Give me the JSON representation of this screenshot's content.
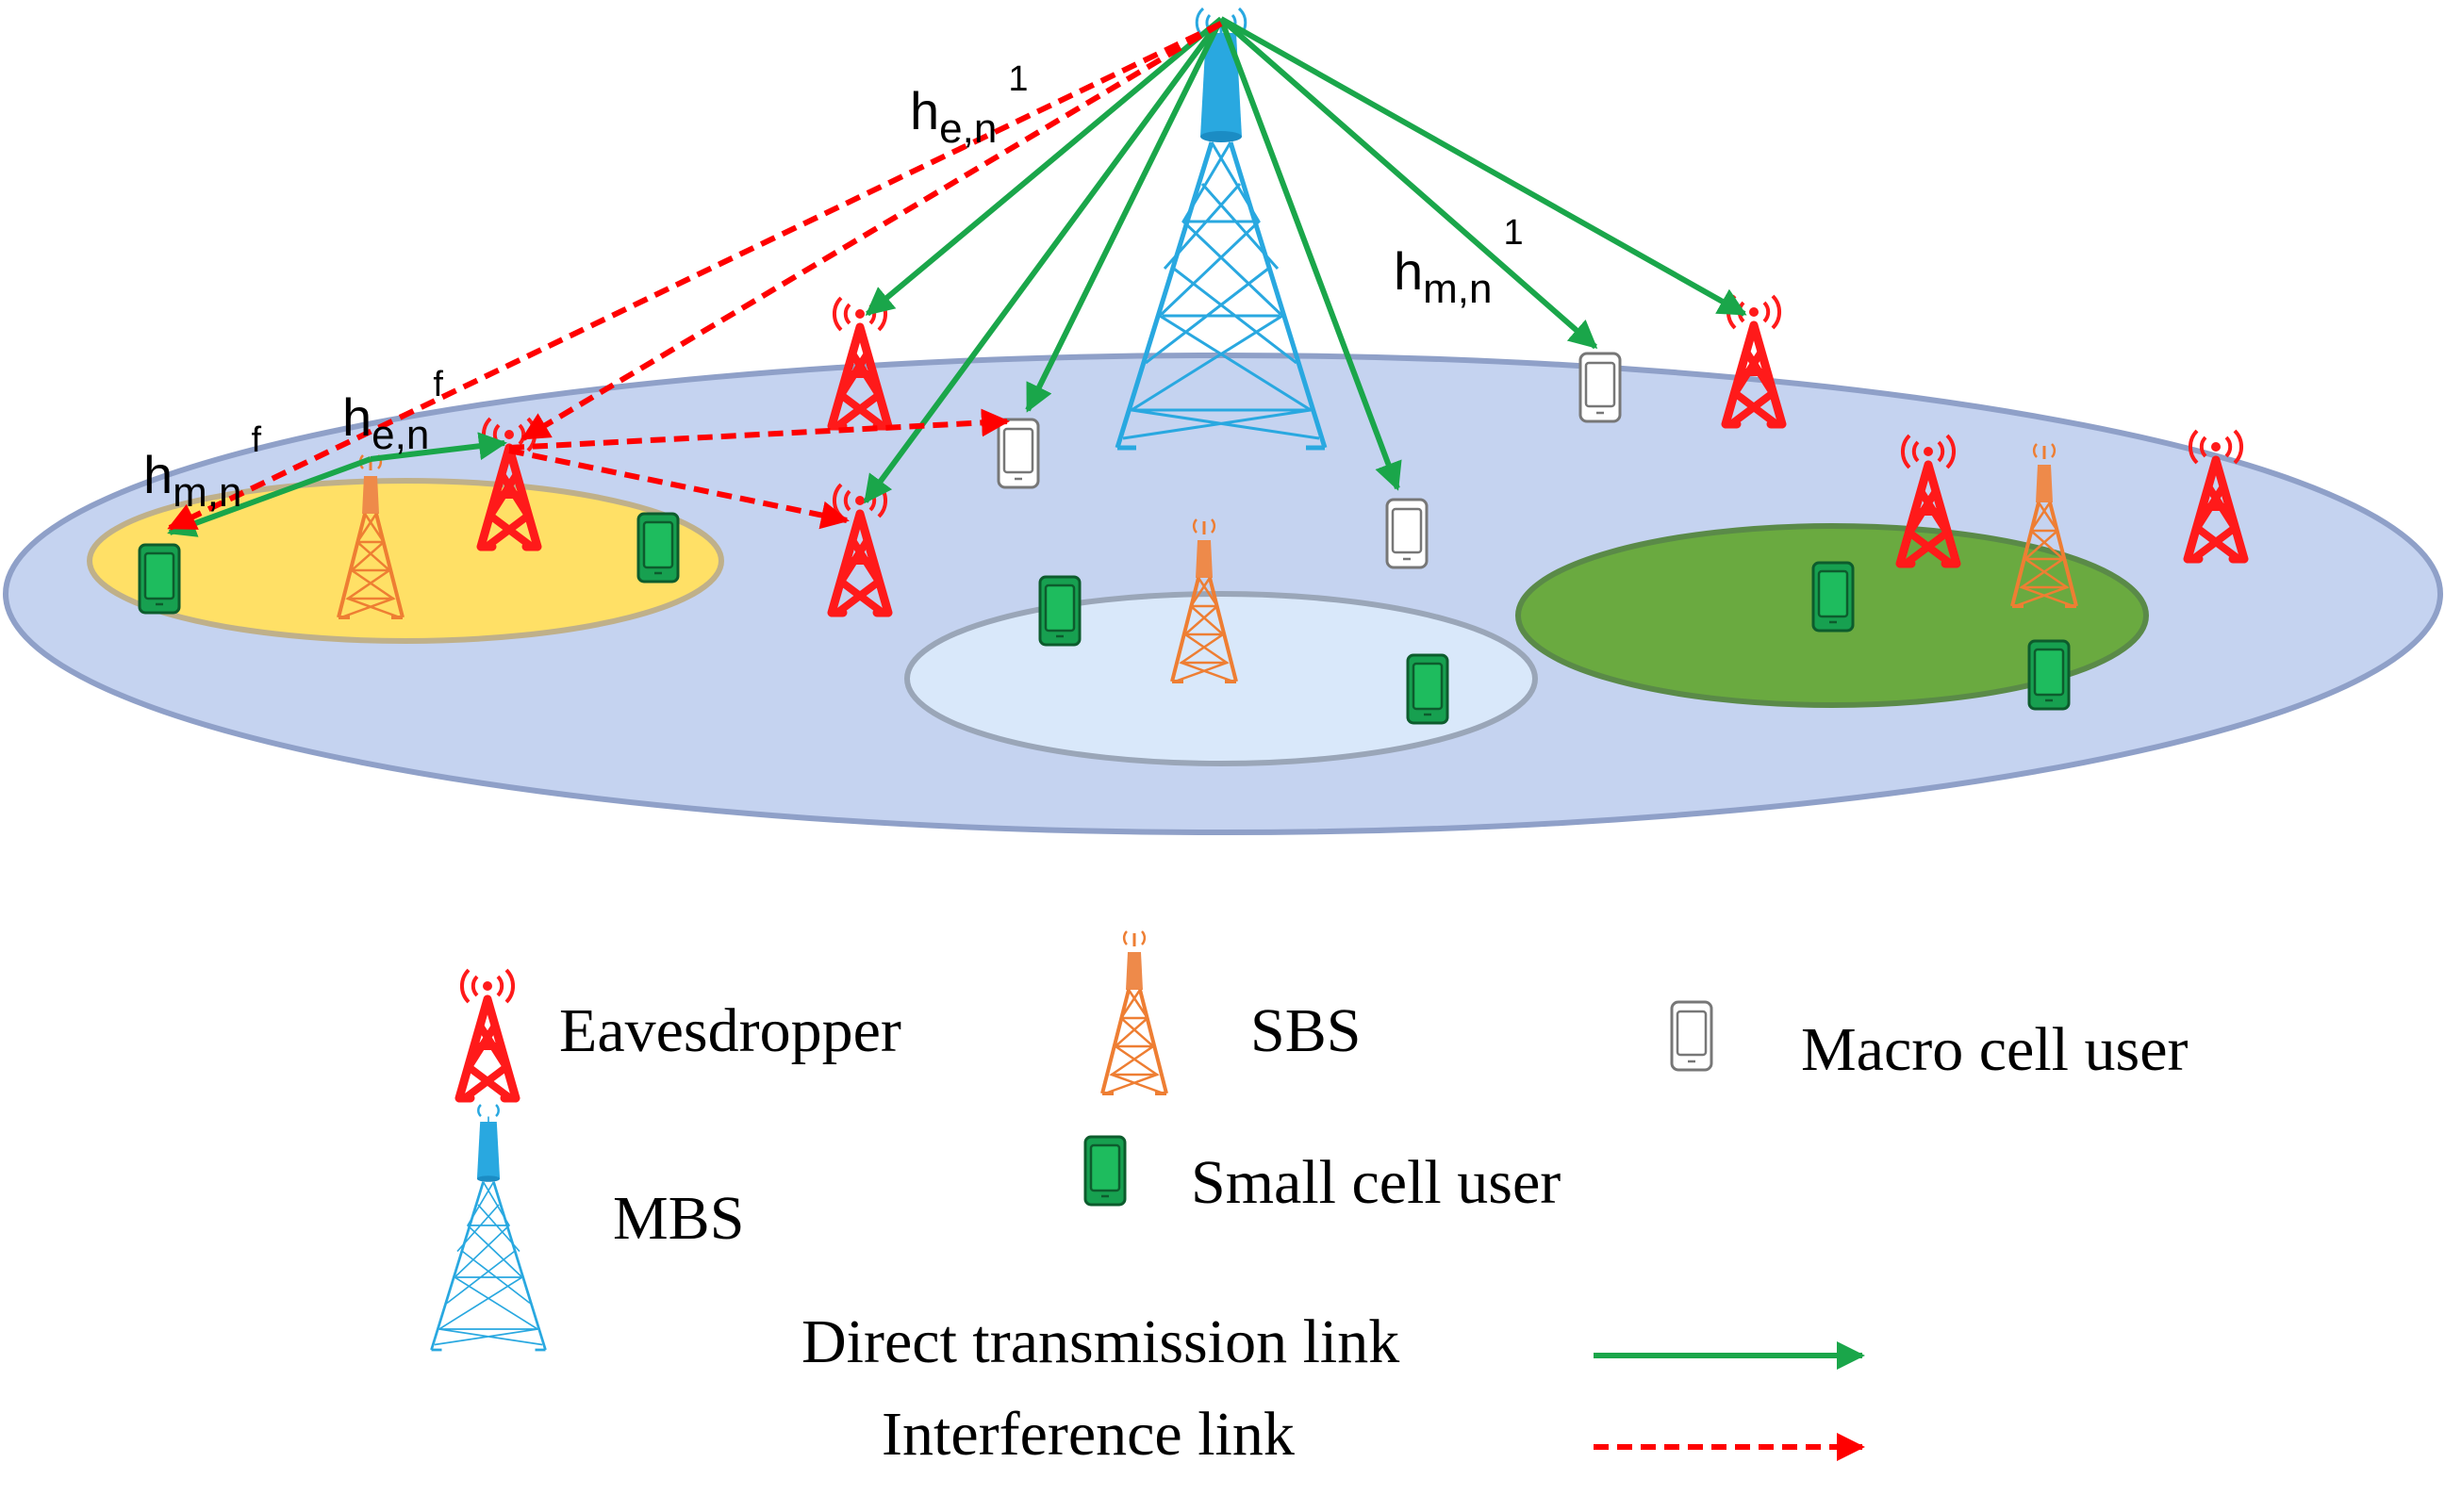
{
  "channel_labels": {
    "h_e_n_1": {
      "base": "h",
      "sub": "e,n",
      "sup": "1"
    },
    "h_m_n_1": {
      "base": "h",
      "sub": "m,n",
      "sup": "1"
    },
    "h_e_n_f": {
      "base": "h",
      "sub": "e,n",
      "sup": "f"
    },
    "h_m_n_f": {
      "base": "h",
      "sub": "m,n",
      "sup": "f"
    }
  },
  "legend": {
    "eavesdropper": "Eavesdropper",
    "sbs": "SBS",
    "macro_user": "Macro cell user",
    "mbs": "MBS",
    "small_user": "Small cell user",
    "direct_link": "Direct transmission link",
    "interference_link": "Interference link"
  },
  "colors": {
    "direct_link": "#1aa64a",
    "interference_link": "#ff0000",
    "eavesdropper": "#ff1a1a",
    "sbs": "#ee7e33",
    "mbs": "#29a8e0",
    "macro_cell": "#c5d3f0",
    "small_cell_yellow": "#ffe066",
    "small_cell_light": "#d9e8fa",
    "small_cell_green": "#6aaa40",
    "small_user": "#17a050"
  },
  "icons": {
    "eavesdropper": "red-antenna-tower-icon",
    "sbs": "orange-lattice-tower-icon",
    "mbs": "blue-lattice-tower-icon",
    "macro_user": "outline-phone-icon",
    "small_user": "green-phone-icon"
  }
}
